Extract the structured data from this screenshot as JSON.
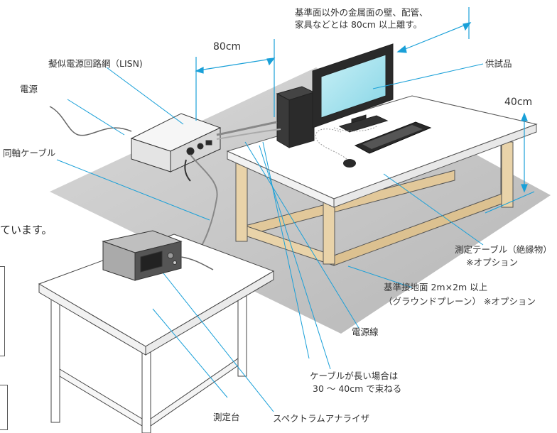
{
  "labels": {
    "clearance_note_line1": "基準面以外の金属面の壁、配管、",
    "clearance_note_line2": "家具などとは 80cm 以上離す。",
    "dim_80cm": "80cm",
    "lisn": "擬似電源回路網（LISN)",
    "power_supply": "電源",
    "coax_cable": "同軸ケーブル",
    "eut": "供試品",
    "dim_40cm": "40cm",
    "partial_text": "ています。",
    "test_table_line1": "測定テーブル（絶縁物）",
    "test_table_line2": "※オプション",
    "ground_plane_line1": "基準接地面 2m×2m 以上",
    "ground_plane_line2": "（グラウンドプレーン）  ※オプション",
    "power_line": "電源線",
    "bundle_line1": "ケーブルが長い場合は",
    "bundle_line2": "30 ～ 40cm で束ねる",
    "measurement_stand": "測定台",
    "spectrum_analyzer": "スペクトラムアナライザ"
  },
  "colors": {
    "leader": "#1aa0d8",
    "dimension": "#1aa0d8",
    "ground_plane": "#bdbdbd",
    "wood": "#e9d3a9",
    "table_top": "#ffffff",
    "screen": "#a8e4ef"
  }
}
